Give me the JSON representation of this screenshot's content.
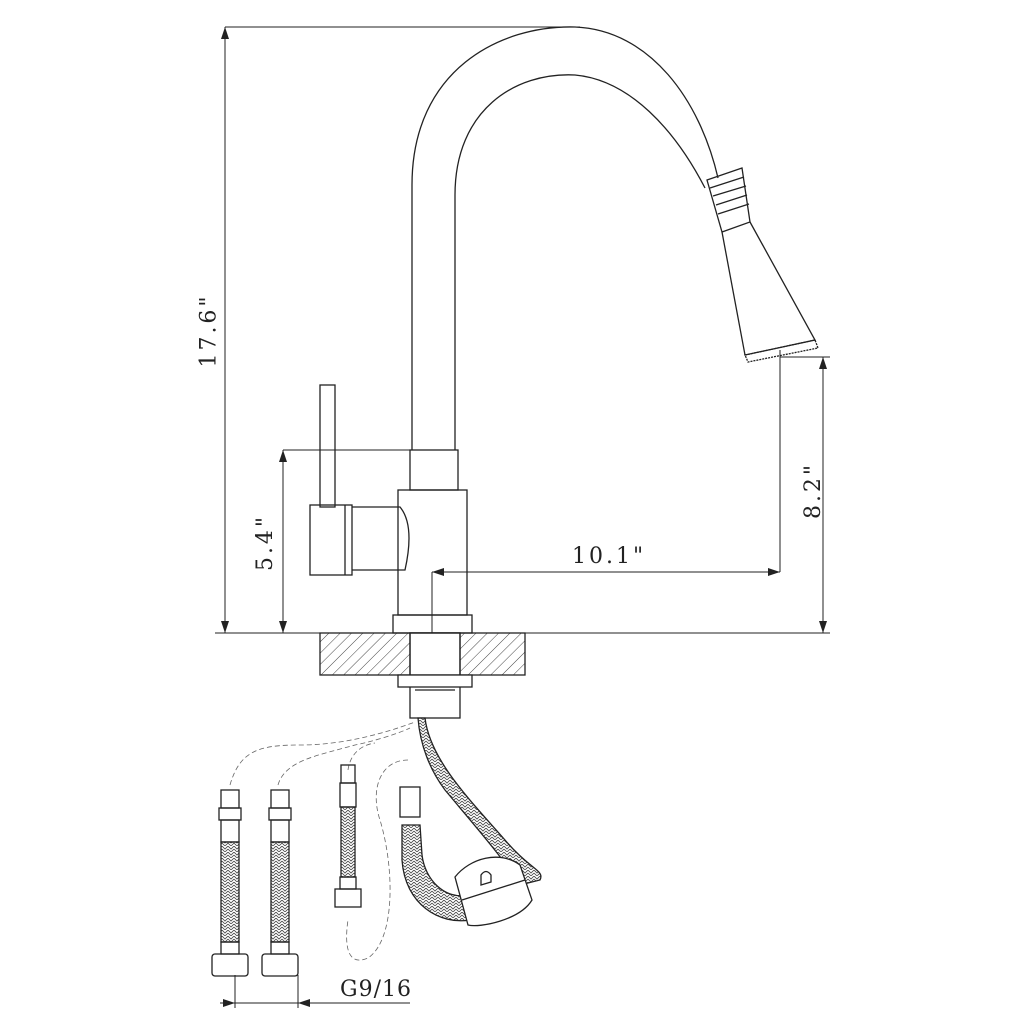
{
  "dimensions": {
    "total_height": "17.6\"",
    "handle_height": "5.4\"",
    "spout_reach": "10.1\"",
    "spout_clearance": "8.2\"",
    "connector_thread": "G9/16"
  },
  "colors": {
    "line": "#222222",
    "background": "#ffffff"
  }
}
